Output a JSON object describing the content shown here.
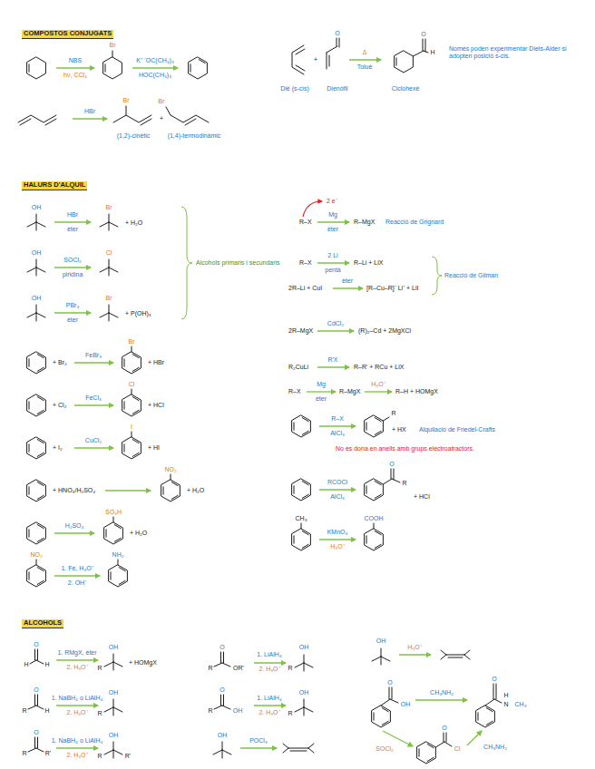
{
  "diagram": {
    "labels": [
      "COMPOSTOS CONJUGATS",
      "NBS",
      "hν, CCl₄",
      "Br",
      "K⁺ ⁻OC(CH₃)₃",
      "HOC(CH₃)₃",
      "HBr",
      "Br",
      "+",
      "Br",
      "(1,2)-cinètic",
      "(1,4)-termodinàmic",
      "+",
      "O",
      "Δ",
      "Toluè",
      "O",
      "H",
      "Diè (s-cis)",
      "Dienòfil",
      "Ciclohexè",
      "Només poden experimentar Diels-Alder si adopten posició s-cis.",
      "HALURS D'ALQUIL",
      "OH",
      "HBr",
      "èter",
      "Br",
      "+ H₂O",
      "OH",
      "SOCl₂",
      "piridina",
      "Cl",
      "OH",
      "PBr₃",
      "èter",
      "Br",
      "+ P(OH)₃",
      "Alcohols primaris i secundaris",
      "+ Br₂",
      "FeBr₃",
      "Br",
      "+ HBr",
      "+ Cl₂",
      "FeCl₃",
      "Cl",
      "+ HCl",
      "+ I₂",
      "CuCl₂",
      "I",
      "+ HI",
      "+ HNO₃/H₂SO₄",
      "NO₂",
      "+ H₂O",
      "H₂SO₄",
      "SO₃H",
      "+ H₂O",
      "NO₂",
      "1. Fe, H₃O⁺",
      "2. OH⁻",
      "NH₂",
      "R–X",
      "Mg",
      "èter",
      "R–MgX",
      "Reacció de Grignard",
      "2 e⁻",
      "R–X",
      "2 Li",
      "pentà",
      "R–Li + LiX",
      "2R–Li + CuI",
      "èter",
      "[R–Cu–R]⁻ Li⁺ + LiI",
      "Reacció de Gilman",
      "2R–MgX",
      "CdCl₂",
      "(R)₂–Cd + 2MgXCl",
      "R₂CuLi",
      "R'X",
      "R–R' + RCu + LiX",
      "R–X",
      "Mg",
      "èter",
      "R–MgX",
      "H₃O⁺",
      "R–H + HOMgX",
      "R–X",
      "AlCl₃",
      "R",
      "+ HX",
      "Alquilació de Friedel-Crafts",
      "No es dona en anells amb grups electroatractors.",
      "RCOCl",
      "AlCl₃",
      "O",
      "R",
      "+ HCl",
      "CH₃",
      "KMnO₄",
      "H₃O⁺",
      "COOH",
      "ALCOHOLS",
      "H",
      "O",
      "H",
      "1. RMgX, èter",
      "2. H₃O⁺",
      "OH",
      "R",
      "+ HOMgX",
      "R",
      "O",
      "H",
      "1. NaBH₄ o LiAlH₄",
      "2. H₃O⁺",
      "OH",
      "R",
      "R",
      "O",
      "R'",
      "1. NaBH₄ o LiAlH₄",
      "2. H₃O⁺",
      "OH",
      "R",
      "R'",
      "R",
      "O",
      "OR'",
      "1. LiAlH₄",
      "2. H₃O⁺",
      "OH",
      "R",
      "R",
      "O",
      "OH",
      "1. LiAlH₄",
      "2. H₃O⁺",
      "OH",
      "R",
      "OH",
      "POCl₃",
      "OH",
      "H₃O⁺",
      "O",
      "OH",
      "CH₃NH₂",
      "O",
      "N",
      "H",
      "CH₃",
      "O",
      "Cl",
      "SOCl₂",
      "CH₃NH₂"
    ]
  }
}
